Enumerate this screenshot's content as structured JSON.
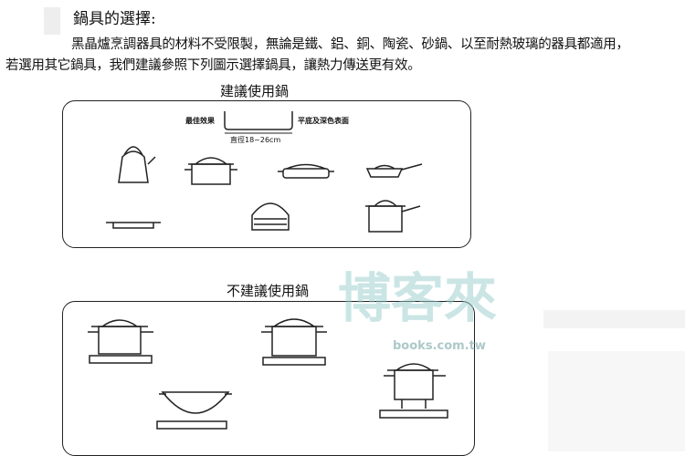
{
  "heading": "鍋具的選擇:",
  "paragraph_line1": "黑晶爐烹調器具的材料不受限製，無論是鐵、鋁、銅、陶瓷、砂鍋、以至耐熱玻璃的器具都適用，",
  "paragraph_line2": "若選用其它鍋具，我們建議參照下列圖示選擇鍋具，讓熱力傳送更有效。",
  "recommended": {
    "title": "建議使用鍋",
    "label_best": "最佳效果",
    "label_flat": "平底及深色表面",
    "label_diameter": "直徑18~26cm"
  },
  "not_recommended": {
    "title": "不建議使用鍋"
  },
  "watermark": {
    "text": "博客來",
    "url": "books.com.tw"
  }
}
